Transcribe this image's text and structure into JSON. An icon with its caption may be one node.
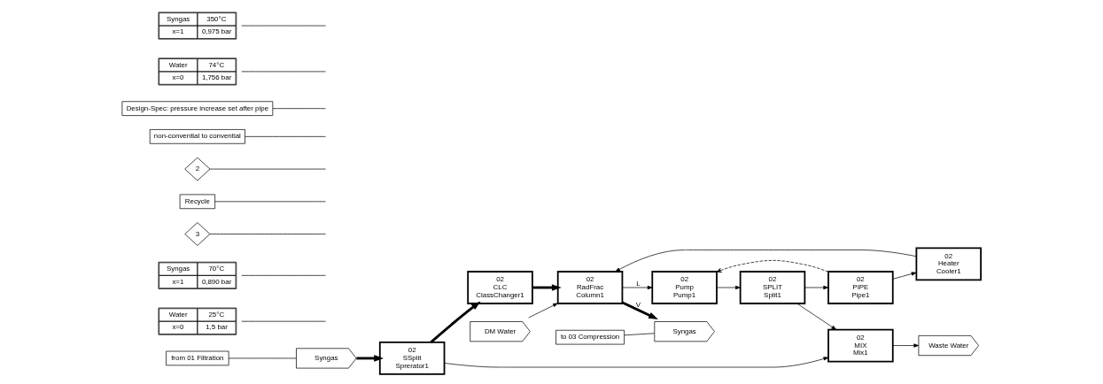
{
  "diagram": {
    "nodes": [
      {
        "text": [
          "DM Water"
        ]
      },
      {
        "text": [
          "Water",
          "25°C",
          "x=0",
          "1,5 bar"
        ]
      },
      {
        "text": [
          "Syngas",
          "70°C",
          "x=1",
          "0,890 bar"
        ]
      },
      {
        "text": [
          "3"
        ]
      },
      {
        "text": [
          "to 03 Compression"
        ]
      },
      {
        "text": [
          "Syngas"
        ]
      },
      {
        "text": [
          "02",
          "RadFrac",
          "Column1"
        ]
      },
      {
        "text": [
          "Recycle"
        ]
      },
      {
        "text": [
          "02",
          "Heater",
          "Cooler1"
        ]
      },
      {
        "text": [
          "02",
          "PIPE",
          "Pipe1"
        ]
      },
      {
        "text": [
          "2"
        ]
      },
      {
        "text": [
          "from 01 Filtration"
        ]
      },
      {
        "text": [
          "Syngas"
        ]
      },
      {
        "text": [
          "02",
          "SSplit",
          "Sprerator1"
        ]
      },
      {
        "text": [
          "non-convential to convential"
        ]
      },
      {
        "text": [
          "02",
          "CLC",
          "ClassChanger1"
        ]
      },
      {
        "text": [
          "02",
          "Pump",
          "Pump1"
        ]
      },
      {
        "text": [
          "Design-Spec: pressure increase set after pipe"
        ]
      },
      {
        "text": [
          "Water",
          "74°C",
          "x=0",
          "1,756 bar"
        ]
      },
      {
        "text": [
          "02",
          "SPLIT",
          "Split1"
        ]
      },
      {
        "text": [
          "Syngas",
          "350°C",
          "x=1",
          "0,975 bar"
        ]
      },
      {
        "text": [
          "02",
          "MIX",
          "Mix1"
        ]
      },
      {
        "text": [
          "Waste Water"
        ]
      }
    ],
    "edges": [
      {
        "from": 0,
        "to": 6,
        "arrow": "to"
      },
      {
        "from": 6,
        "to": 5,
        "arrow": "to",
        "label": "V",
        "style": "thick"
      },
      {
        "from": 6,
        "to": 16,
        "arrow": "to",
        "label": "L"
      },
      {
        "from": 12,
        "to": 13,
        "arrow": "to",
        "style": "thick"
      },
      {
        "from": 13,
        "to": 15,
        "arrow": "to",
        "style": "thick"
      },
      {
        "from": 15,
        "to": 6,
        "arrow": "to",
        "style": "thick"
      },
      {
        "from": 13,
        "to": 21,
        "arrow": "to"
      },
      {
        "from": 16,
        "to": 19,
        "arrow": "to"
      },
      {
        "from": 19,
        "to": 9,
        "arrow": "to"
      },
      {
        "from": 9,
        "to": 8,
        "arrow": "to"
      },
      {
        "from": 8,
        "to": 6,
        "arrow": "to"
      },
      {
        "from": 19,
        "to": 21,
        "arrow": "to"
      },
      {
        "from": 21,
        "to": 22,
        "arrow": "to"
      },
      {
        "from": 9,
        "to": 16,
        "arrow": "to",
        "style": "dashed"
      },
      {
        "from": 1,
        "to": null,
        "arrow": "none"
      },
      {
        "from": 2,
        "to": null,
        "arrow": "none"
      },
      {
        "from": 3,
        "to": null,
        "arrow": "none"
      },
      {
        "from": 4,
        "to": 5,
        "arrow": "none"
      },
      {
        "from": 7,
        "to": null,
        "arrow": "none"
      },
      {
        "from": 10,
        "to": null,
        "arrow": "none"
      },
      {
        "from": 11,
        "to": 12,
        "arrow": "none"
      },
      {
        "from": 14,
        "to": null,
        "arrow": "none"
      },
      {
        "from": 17,
        "to": null,
        "arrow": "none"
      },
      {
        "from": 18,
        "to": null,
        "arrow": "none"
      },
      {
        "from": 20,
        "to": null,
        "arrow": "none"
      }
    ]
  }
}
